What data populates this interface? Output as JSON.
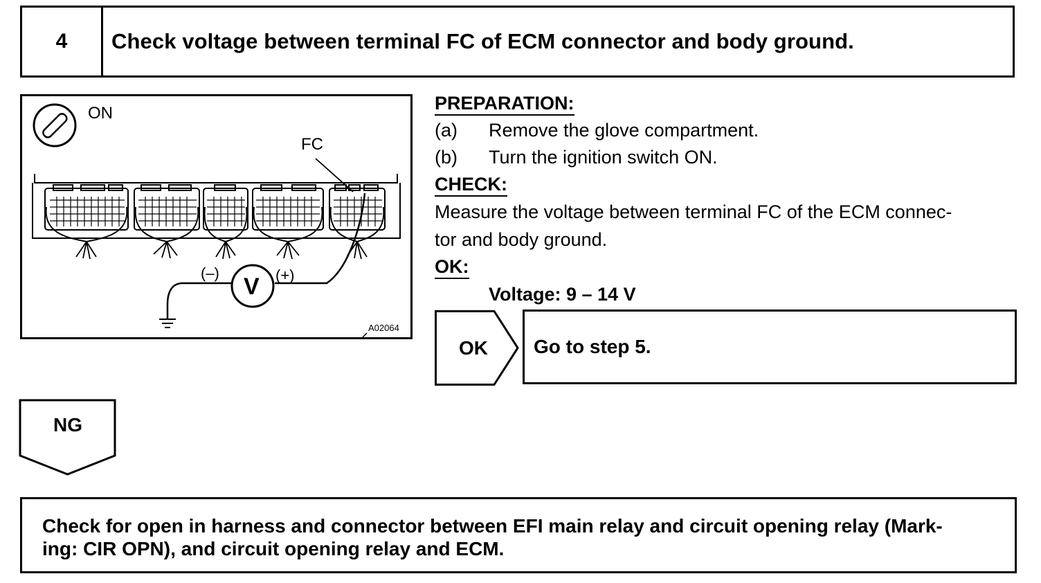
{
  "step": {
    "number": "4",
    "title": "Check voltage between terminal FC of ECM connector and body ground."
  },
  "illustration": {
    "ignition_label": "ON",
    "terminal_label": "FC",
    "meter_symbol": "V",
    "negative_label": "(–)",
    "positive_label": "(+)",
    "figure_id": "A02064",
    "icons": [
      "ignition-switch-icon",
      "ecm-connector",
      "voltmeter-icon",
      "ground-icon"
    ]
  },
  "preparation": {
    "heading": "PREPARATION:",
    "steps": [
      {
        "letter": "(a)",
        "text": "Remove the glove compartment."
      },
      {
        "letter": "(b)",
        "text": "Turn the ignition switch ON."
      }
    ]
  },
  "check": {
    "heading": "CHECK:",
    "line1": "Measure the voltage between terminal FC of the ECM connec-",
    "line2": "tor and body ground."
  },
  "ok": {
    "heading": "OK:",
    "spec": "Voltage: 9 – 14 V"
  },
  "result_ok": {
    "tab_label": "OK",
    "action": "Go to step 5."
  },
  "result_ng": {
    "tab_label": "NG"
  },
  "ng_action": {
    "line1": "Check for open in harness and connector between EFI main relay and circuit opening relay (Mark-",
    "line2": "ing: CIR OPN), and circuit opening relay and ECM."
  }
}
